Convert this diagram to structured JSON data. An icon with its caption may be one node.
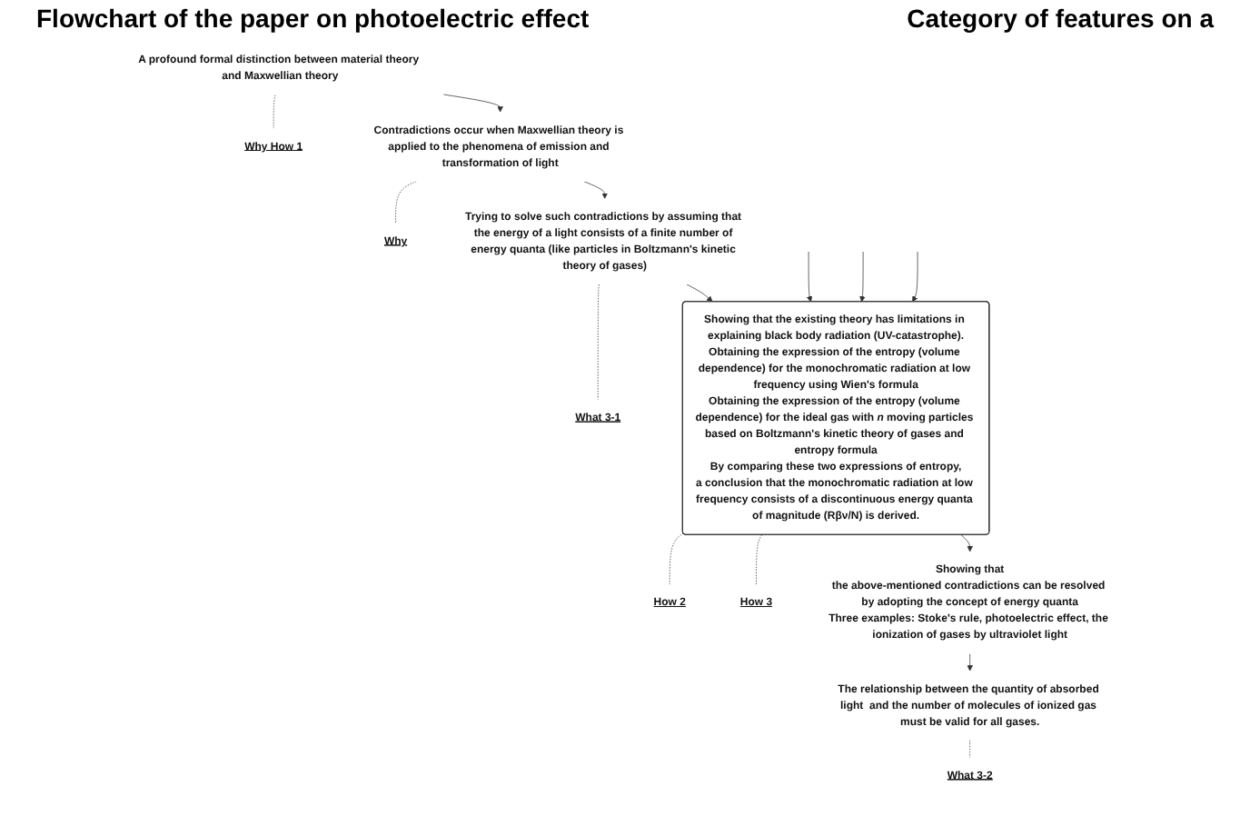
{
  "diagram": {
    "title": "Flowchart of the paper on photoelectric effect",
    "nodes": [
      {
        "text": [
          "A profound formal distinction between material theory and Maxwellian theory"
        ]
      },
      {
        "text": [
          "Why How 1"
        ]
      },
      {
        "text": [
          "Contradictions occur when Maxwellian theory is applied to the phenomena of emission and transformation of light"
        ]
      },
      {
        "text": [
          "Why"
        ]
      },
      {
        "text": [
          "Trying to solve such contradictions by assuming that the energy of a light consists of a finite number of energy quanta (like particles in Boltzmann's kinetic theory of gases)"
        ]
      },
      {
        "text": [
          "What 3-1"
        ]
      },
      {
        "text": [
          "Showing that the existing theory has limitations in explaining black body radiation (UV-catastrophe).",
          "Obtaining the expression of the entropy (volume dependence) for the monochromatic radiation at low frequency using Wien's formula",
          "Obtaining the expression of the entropy (volume dependence) for the ideal gas with *n* moving particles based on Boltzmann's kinetic theory of gases and entropy formula",
          "By comparing these two expressions of entropy,",
          "a conclusion that the monochromatic radiation at low frequency consists of a discontinuous energy quanta of magnitude (Rβν/N) is derived."
        ]
      },
      {
        "text": [
          "How 2"
        ]
      },
      {
        "text": [
          "How 3"
        ]
      },
      {
        "text": [
          "Showing that",
          "the above-mentioned contradictions can be resolved by adopting the concept of energy quanta",
          "Three examples: Stoke's rule, photoelectric effect, the ionization of gases by ultraviolet light"
        ]
      },
      {
        "text": [
          "The relationship between the quantity of absorbed light  and the number of molecules of ionized gas must be valid for all gases."
        ]
      },
      {
        "text": [
          "What 3-2"
        ]
      }
    ],
    "edges": [
      {
        "from": 0,
        "to": 1,
        "arrow": "none",
        "style": "dashed"
      },
      {
        "from": 0,
        "to": 2,
        "arrow": "to"
      },
      {
        "from": 2,
        "to": 3,
        "arrow": "none",
        "style": "dashed"
      },
      {
        "from": 2,
        "to": 4,
        "arrow": "to"
      },
      {
        "from": 4,
        "to": 5,
        "arrow": "none",
        "style": "dashed"
      },
      {
        "from": 4,
        "to": 6,
        "arrow": "to"
      },
      {
        "from": null,
        "to": 6,
        "arrow": "to"
      },
      {
        "from": null,
        "to": 6,
        "arrow": "to"
      },
      {
        "from": null,
        "to": 6,
        "arrow": "to"
      },
      {
        "from": 6,
        "to": 7,
        "arrow": "none",
        "style": "dashed"
      },
      {
        "from": 6,
        "to": 8,
        "arrow": "none",
        "style": "dashed"
      },
      {
        "from": 6,
        "to": 9,
        "arrow": "to"
      },
      {
        "from": 9,
        "to": 10,
        "arrow": "to"
      },
      {
        "from": 10,
        "to": 11,
        "arrow": "none",
        "style": "dashed"
      }
    ],
    "labels": [
      "Category of features on a"
    ]
  }
}
